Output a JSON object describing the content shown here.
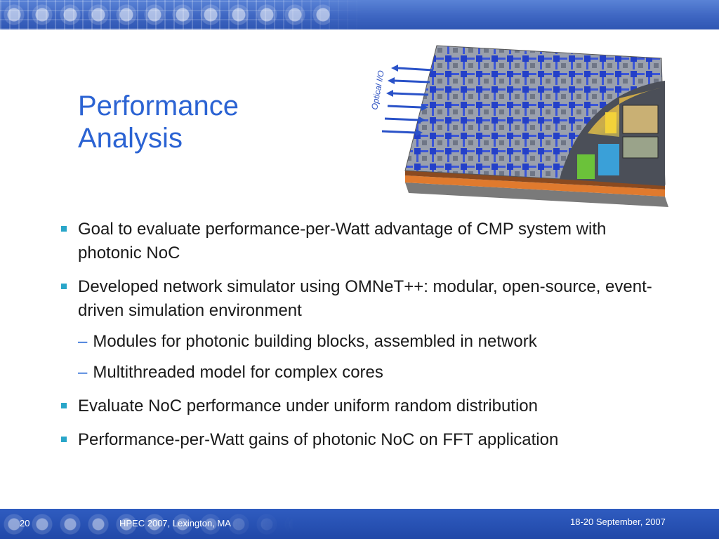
{
  "slide": {
    "title_line1": "Performance",
    "title_line2": "Analysis"
  },
  "figure": {
    "label": "Optical I/O",
    "colors": {
      "grid_blue": "#1d3fc2",
      "board_gray": "#8c8c8c",
      "arrow_blue": "#2a52c8"
    }
  },
  "bullets": [
    {
      "text": "Goal to evaluate performance-per-Watt advantage of CMP system with photonic NoC"
    },
    {
      "text": "Developed network simulator using OMNeT++: modular, open-source, event-driven simulation environment"
    },
    {
      "text": "Evaluate NoC performance under uniform random distribution"
    },
    {
      "text": "Performance-per-Watt gains of photonic NoC on FFT application"
    }
  ],
  "subbullets": [
    {
      "text": "Modules for photonic building blocks, assembled in network"
    },
    {
      "text": "Multithreaded model for complex cores"
    }
  ],
  "footer": {
    "page_number": "20",
    "event": "HPEC 2007, Lexington, MA",
    "date": "18-20 September, 2007"
  }
}
